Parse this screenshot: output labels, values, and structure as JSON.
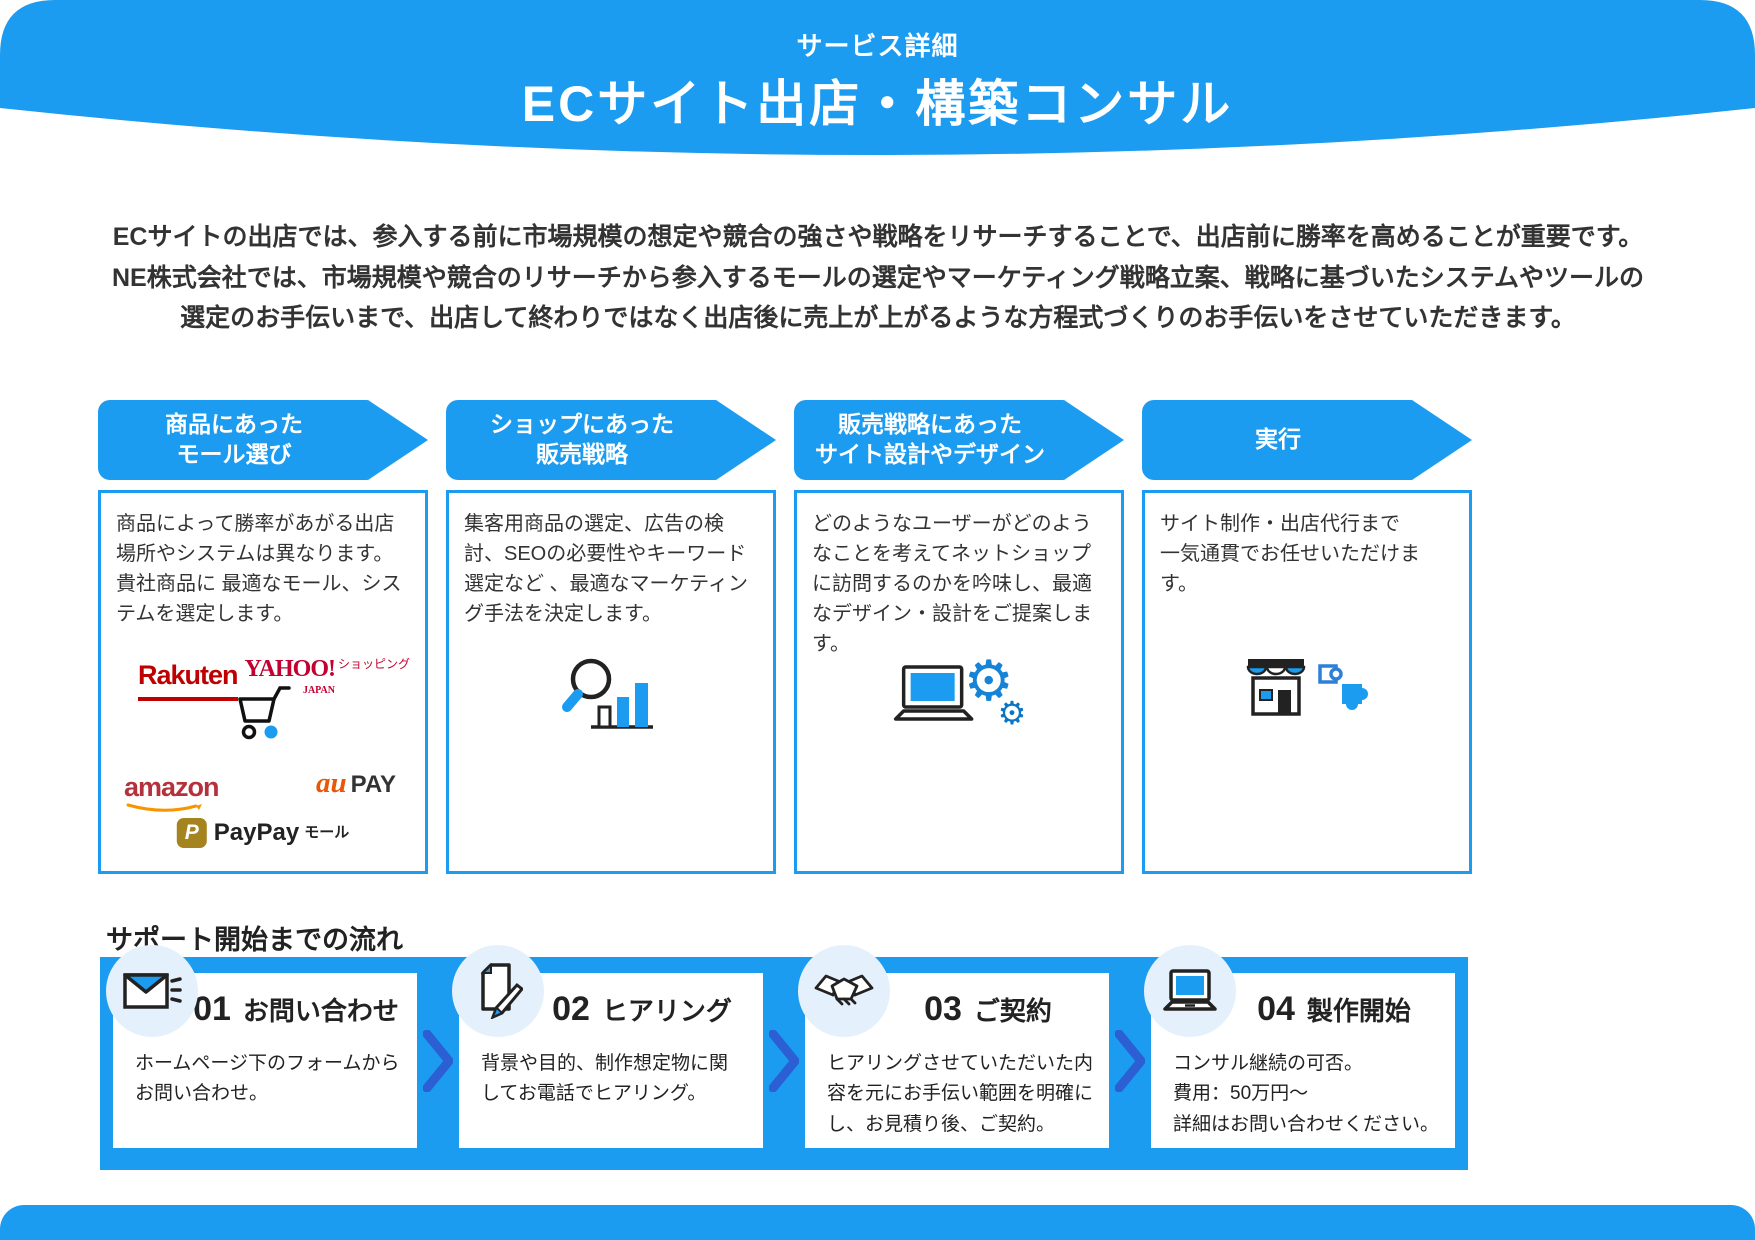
{
  "header": {
    "subtitle": "サービス詳細",
    "title": "ECサイト出店・構築コンサル"
  },
  "intro": "ECサイトの出店では、参入する前に市場規模の想定や競合の強さや戦略をリサーチすることで、出店前に勝率を高めることが重要です。NE株式会社では、市場規模や競合のリサーチから参入するモールの選定やマーケティング戦略立案、戦略に基づいたシステムやツールの選定のお手伝いまで、出店して終わりではなく出店後に売上が上がるような方程式づくりのお手伝いをさせていただきます。",
  "process": {
    "columns": [
      {
        "arrow": "商品にあった\nモール選び",
        "body": "商品によって勝率があがる出店場所やシステムは異なります。貴社商品に 最適なモール、システムを選定します。",
        "icon": "mall-logos"
      },
      {
        "arrow": "ショップにあった\n販売戦略",
        "body": "集客用商品の選定、広告の検討、SEOの必要性やキーワード選定など 、最適なマーケティング手法を決定します。",
        "icon": "magnifier-chart-icon"
      },
      {
        "arrow": "販売戦略にあった\nサイト設計やデザイン",
        "body": "どのようなユーザーがどのようなことを考えてネットショップに訪問するのかを吟味し、最適なデザイン・設計をご提案します。",
        "icon": "laptop-gears-icon"
      },
      {
        "arrow": "実行",
        "body": "サイト制作・出店代行まで\n一気通貫でお任せいただけます。",
        "icon": "store-puzzle-icon"
      }
    ]
  },
  "logos": {
    "rakuten": "Rakuten",
    "yahoo": "YAHOO!",
    "yahoo_japan": "JAPAN",
    "yahoo_suffix": "ショッピング",
    "amazon": "amazon",
    "aupay_au": "au",
    "aupay_pay": "PAY",
    "paypay_p": "P",
    "paypay": "PayPay",
    "paypay_suffix": "モール"
  },
  "flow": {
    "heading": "サポート開始までの流れ",
    "steps": [
      {
        "number": "01",
        "title": "お問い合わせ",
        "body": "ホームページ下のフォームからお問い合わせ。",
        "icon": "envelope-icon"
      },
      {
        "number": "02",
        "title": "ヒアリング",
        "body": "背景や目的、制作想定物に関してお電話でヒアリング。",
        "icon": "document-pencil-icon"
      },
      {
        "number": "03",
        "title": "ご契約",
        "body": "ヒアリングさせていただいた内容を元にお手伝い範囲を明確にし、お見積り後、ご契約。",
        "icon": "handshake-icon"
      },
      {
        "number": "04",
        "title": "製作開始",
        "body": "コンサル継続の可否。\n費用：50万円〜\n詳細はお問い合わせください。",
        "icon": "laptop-icon"
      }
    ]
  },
  "colors": {
    "primary_blue": "#1B9CF0",
    "chevron_blue": "#2B5FD3",
    "circle_bg": "#E4F1FC",
    "text_dark": "#333333",
    "rakuten_red": "#BF0000",
    "yahoo_red": "#C3002F",
    "amazon_red": "#B5323C",
    "aupay_orange": "#EB5505",
    "paypay_gold": "#A5831E"
  }
}
